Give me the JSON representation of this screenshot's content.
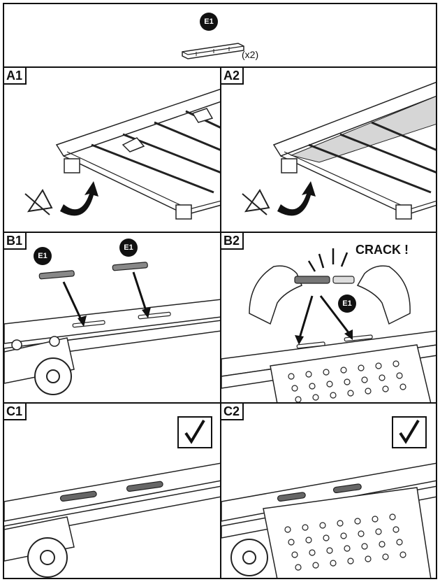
{
  "part": {
    "code": "E1",
    "quantity": "(x2)"
  },
  "panels": {
    "a1": {
      "label": "A1"
    },
    "a2": {
      "label": "A2"
    },
    "b1": {
      "label": "B1",
      "badges": [
        "E1",
        "E1"
      ]
    },
    "b2": {
      "label": "B2",
      "badge": "E1",
      "sound": "CRACK !"
    },
    "c1": {
      "label": "C1"
    },
    "c2": {
      "label": "C2"
    }
  },
  "icons": {
    "done": "checkmark-icon",
    "rotate": "rotate-arrow-icon",
    "cut": "cutter-icon"
  }
}
